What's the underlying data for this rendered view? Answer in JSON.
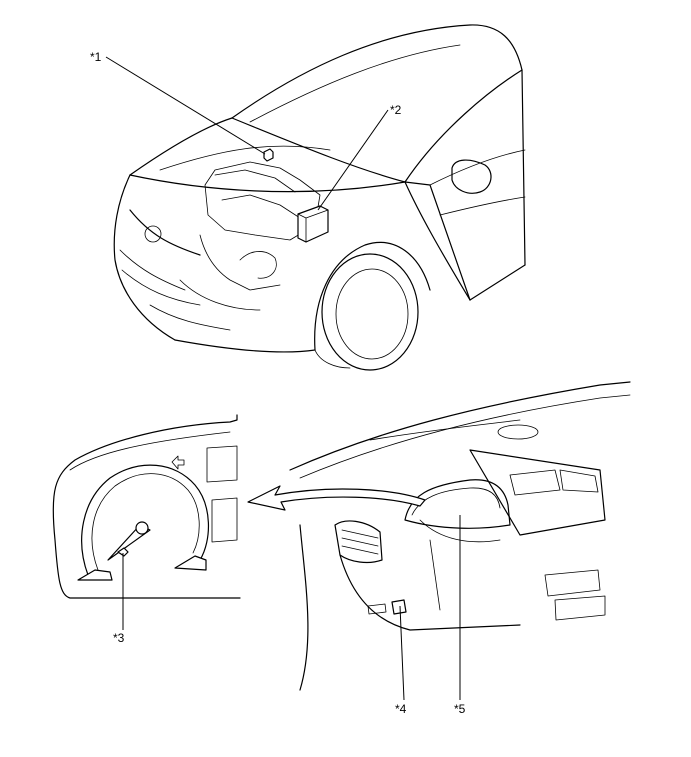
{
  "callouts": [
    {
      "id": "1",
      "text": "*1"
    },
    {
      "id": "2",
      "text": "*2"
    },
    {
      "id": "3",
      "text": "*3"
    },
    {
      "id": "4",
      "text": "*4"
    },
    {
      "id": "5",
      "text": "*5"
    }
  ]
}
